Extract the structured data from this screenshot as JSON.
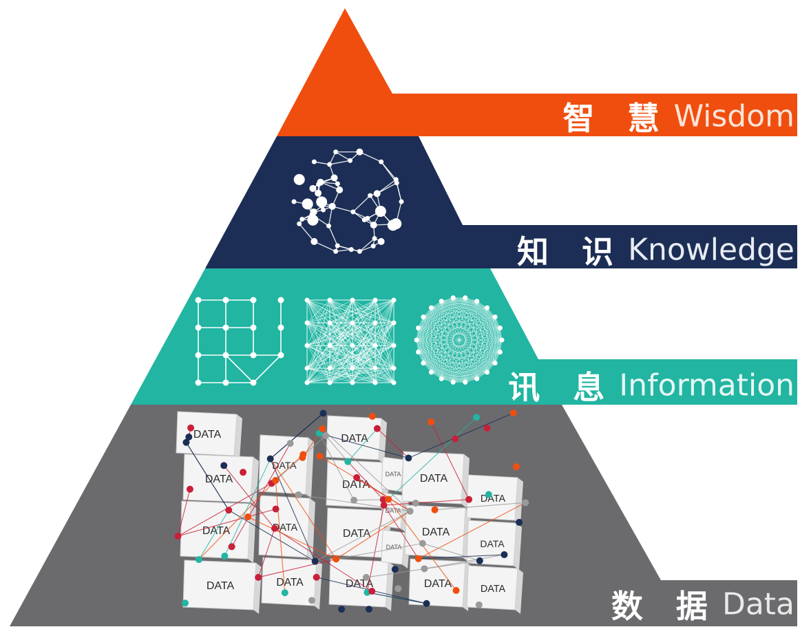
{
  "levels": [
    {
      "key": "wisdom",
      "cn": "智 慧",
      "en": "Wisdom",
      "color": "#f04e0f",
      "en_color": "#fbe4d8"
    },
    {
      "key": "knowledge",
      "cn": "知 识",
      "en": "Knowledge",
      "color": "#1c2e55",
      "en_color": "#e8ecf4"
    },
    {
      "key": "information",
      "cn": "讯 息",
      "en": "Information",
      "color": "#21b5a2",
      "en_color": "#e6f7f4"
    },
    {
      "key": "data",
      "cn": "数 据",
      "en": "Data",
      "color": "#6b6b6e",
      "en_color": "#e9e9ea"
    }
  ],
  "data_block_label": "DATA",
  "accent_colors": {
    "red": "#c8203a",
    "orange": "#f04e0f",
    "teal": "#21b5a2",
    "navy": "#1c2e55",
    "grey": "#9a9a9a"
  },
  "icons": [
    "sphere-network-icon",
    "grid-network-icon",
    "dense-mesh-network-icon",
    "circular-mesh-network-icon",
    "data-cubes-network-icon"
  ]
}
